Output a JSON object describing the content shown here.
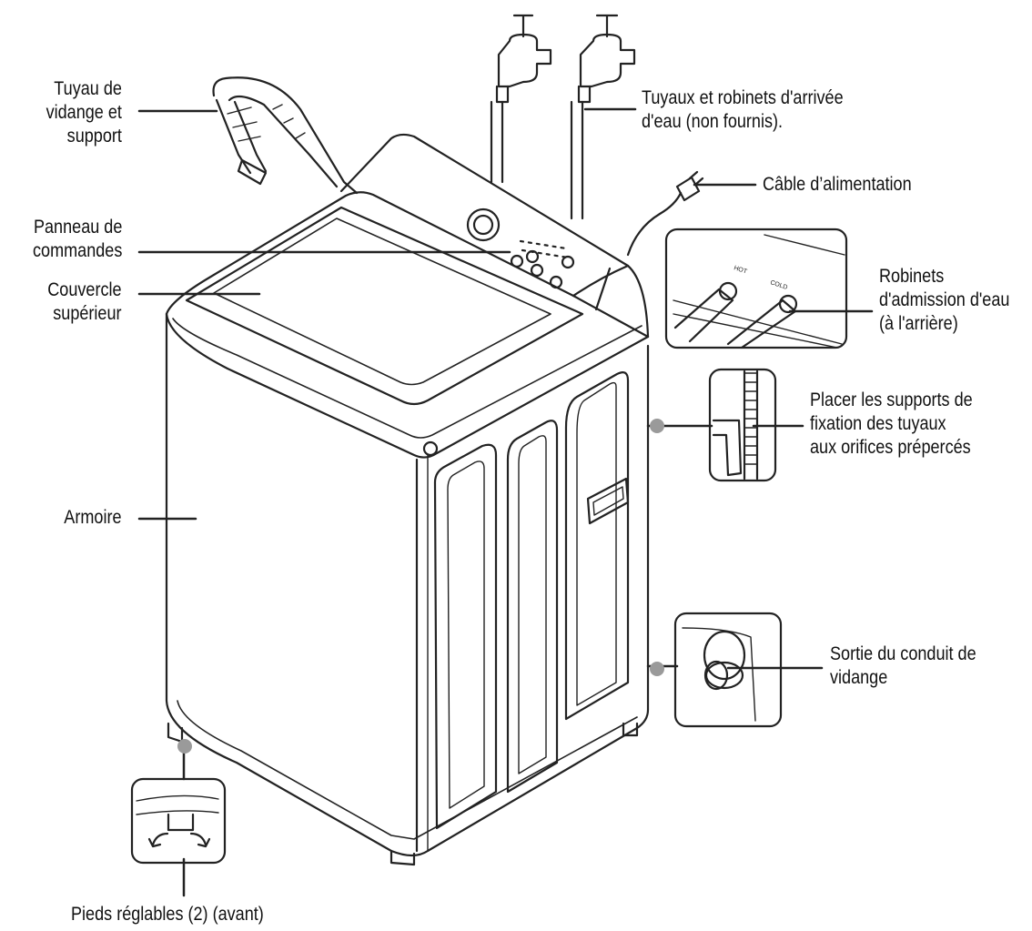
{
  "labels": {
    "drain_hose": "Tuyau de\nvidange et\nsupport",
    "water_hoses": "Tuyaux et robinets d'arrivée\nd'eau (non fournis).",
    "power_cable": "Câble d’alimentation",
    "control_panel": "Panneau de\ncommandes",
    "top_lid": "Couvercle\nsupérieur",
    "water_inlets": "Robinets\nd'admission d'eau\n(à l'arrière)",
    "hose_brackets": "Placer les supports de\nfixation des tuyaux\naux orifices prépercés",
    "cabinet": "Armoire",
    "drain_outlet": "Sortie du conduit de\nvidange",
    "feet": "Pieds réglables (2) (avant)"
  },
  "inset_marks": {
    "hot": "HOT",
    "cold": "COLD"
  }
}
